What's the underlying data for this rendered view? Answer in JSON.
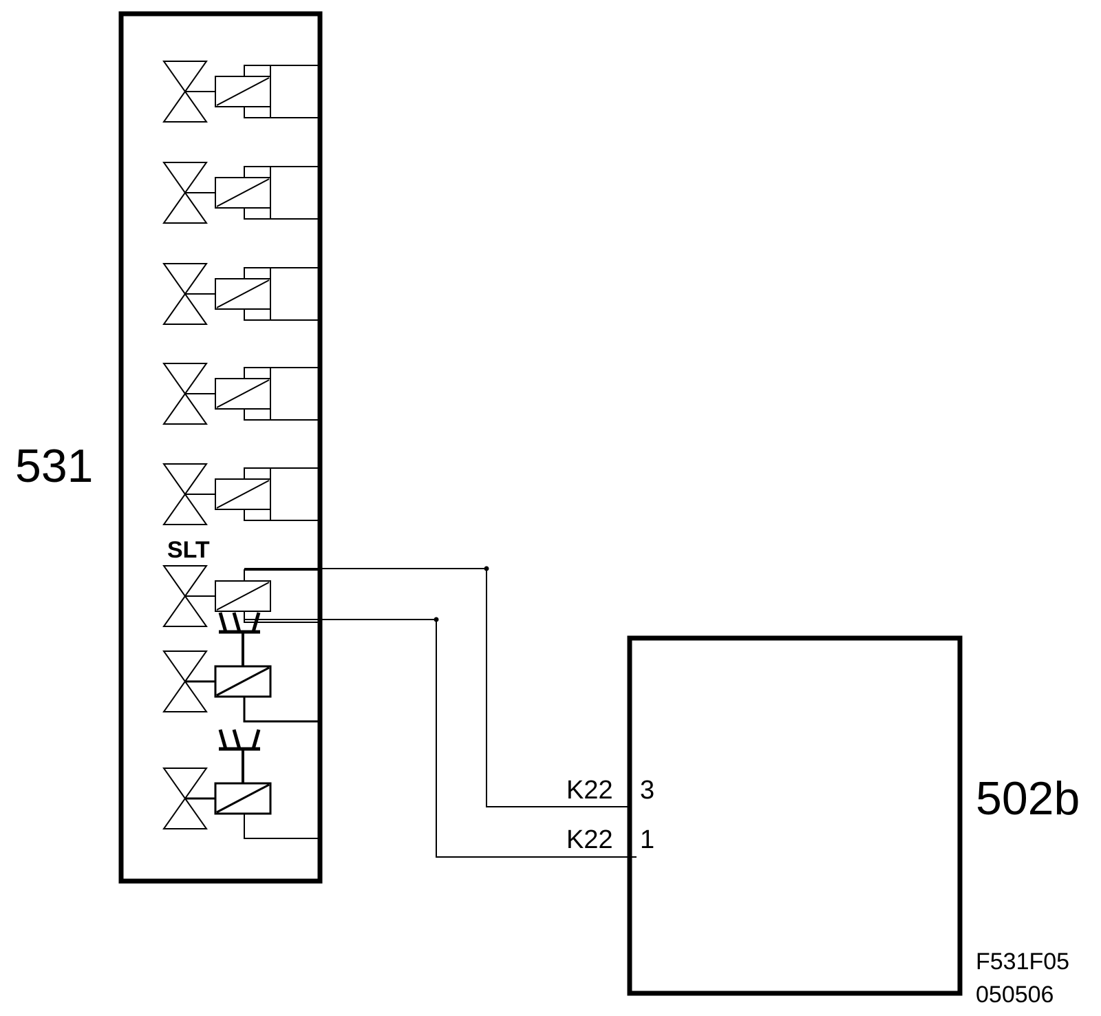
{
  "diagram": {
    "unit_531": {
      "label": "531"
    },
    "unit_502b": {
      "label": "502b"
    },
    "valves": [
      {
        "label": "",
        "type": "solenoid"
      },
      {
        "label": "",
        "type": "solenoid"
      },
      {
        "label": "",
        "type": "solenoid"
      },
      {
        "label": "",
        "type": "solenoid"
      },
      {
        "label": "",
        "type": "solenoid"
      },
      {
        "label": "SLT",
        "type": "solenoid"
      },
      {
        "label": "",
        "type": "proportional"
      },
      {
        "label": "",
        "type": "proportional"
      }
    ],
    "connections": [
      {
        "connector": "K22",
        "pin": "3"
      },
      {
        "connector": "K22",
        "pin": "1"
      }
    ],
    "figure_ref": {
      "line1": "F531F05",
      "line2": "050506"
    }
  }
}
